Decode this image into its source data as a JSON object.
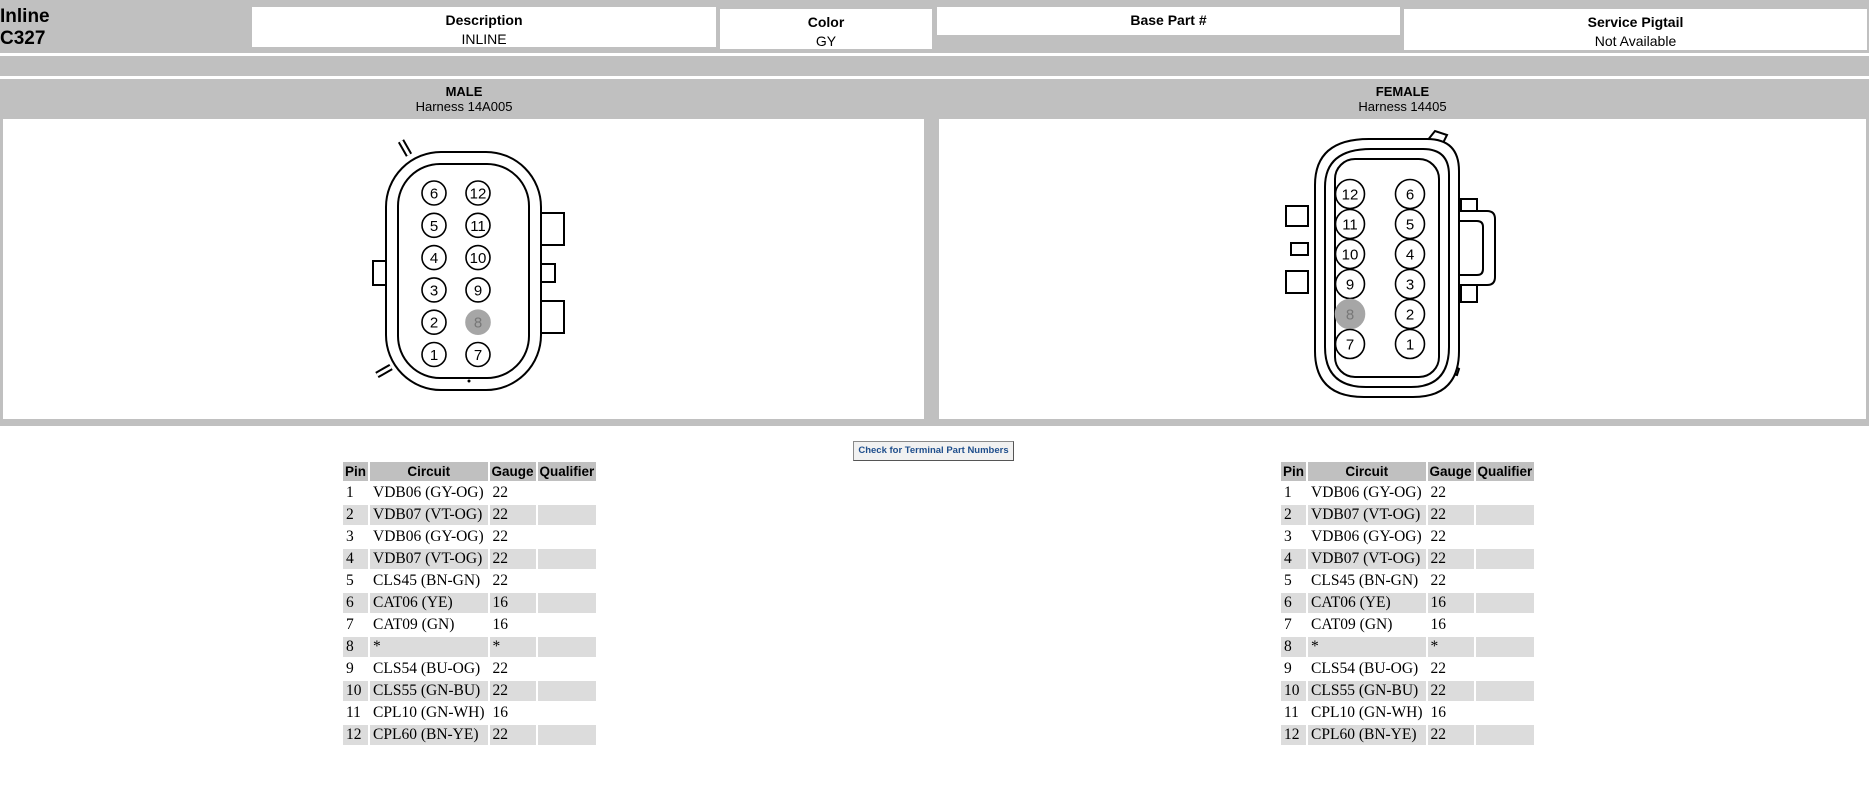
{
  "connector": {
    "type": "Inline",
    "id": "C327"
  },
  "header": {
    "description": {
      "label": "Description",
      "value": "INLINE"
    },
    "color": {
      "label": "Color",
      "value": "GY"
    },
    "base_part": {
      "label": "Base Part #",
      "value": ""
    },
    "service_pigtail": {
      "label": "Service Pigtail",
      "value": "Not Available"
    }
  },
  "male": {
    "gender": "MALE",
    "harness": "Harness  14A005",
    "pins_col_left": [
      "6",
      "5",
      "4",
      "3",
      "2",
      "1"
    ],
    "pins_col_right": [
      "12",
      "11",
      "10",
      "9",
      "8",
      "7"
    ],
    "highlight_pin": "8",
    "highlight_color": "#a6a6a6"
  },
  "female": {
    "gender": "FEMALE",
    "harness": "Harness  14405",
    "pins_col_left": [
      "12",
      "11",
      "10",
      "9",
      "8",
      "7"
    ],
    "pins_col_right": [
      "6",
      "5",
      "4",
      "3",
      "2",
      "1"
    ],
    "highlight_pin": "8",
    "highlight_color": "#a6a6a6"
  },
  "terminal_button": {
    "label": "Check for Terminal Part Numbers"
  },
  "table": {
    "headers": [
      "Pin",
      "Circuit",
      "Gauge",
      "Qualifier"
    ],
    "rows": [
      {
        "pin": "1",
        "circuit": "VDB06 (GY-OG)",
        "gauge": "22",
        "qualifier": ""
      },
      {
        "pin": "2",
        "circuit": "VDB07 (VT-OG)",
        "gauge": "22",
        "qualifier": ""
      },
      {
        "pin": "3",
        "circuit": "VDB06 (GY-OG)",
        "gauge": "22",
        "qualifier": ""
      },
      {
        "pin": "4",
        "circuit": "VDB07 (VT-OG)",
        "gauge": "22",
        "qualifier": ""
      },
      {
        "pin": "5",
        "circuit": "CLS45 (BN-GN)",
        "gauge": "22",
        "qualifier": ""
      },
      {
        "pin": "6",
        "circuit": "CAT06 (YE)",
        "gauge": "16",
        "qualifier": ""
      },
      {
        "pin": "7",
        "circuit": "CAT09 (GN)",
        "gauge": "16",
        "qualifier": ""
      },
      {
        "pin": "8",
        "circuit": "*",
        "gauge": "*",
        "qualifier": ""
      },
      {
        "pin": "9",
        "circuit": "CLS54 (BU-OG)",
        "gauge": "22",
        "qualifier": ""
      },
      {
        "pin": "10",
        "circuit": "CLS55 (GN-BU)",
        "gauge": "22",
        "qualifier": ""
      },
      {
        "pin": "11",
        "circuit": "CPL10 (GN-WH)",
        "gauge": "16",
        "qualifier": ""
      },
      {
        "pin": "12",
        "circuit": "CPL60 (BN-YE)",
        "gauge": "22",
        "qualifier": ""
      }
    ]
  }
}
